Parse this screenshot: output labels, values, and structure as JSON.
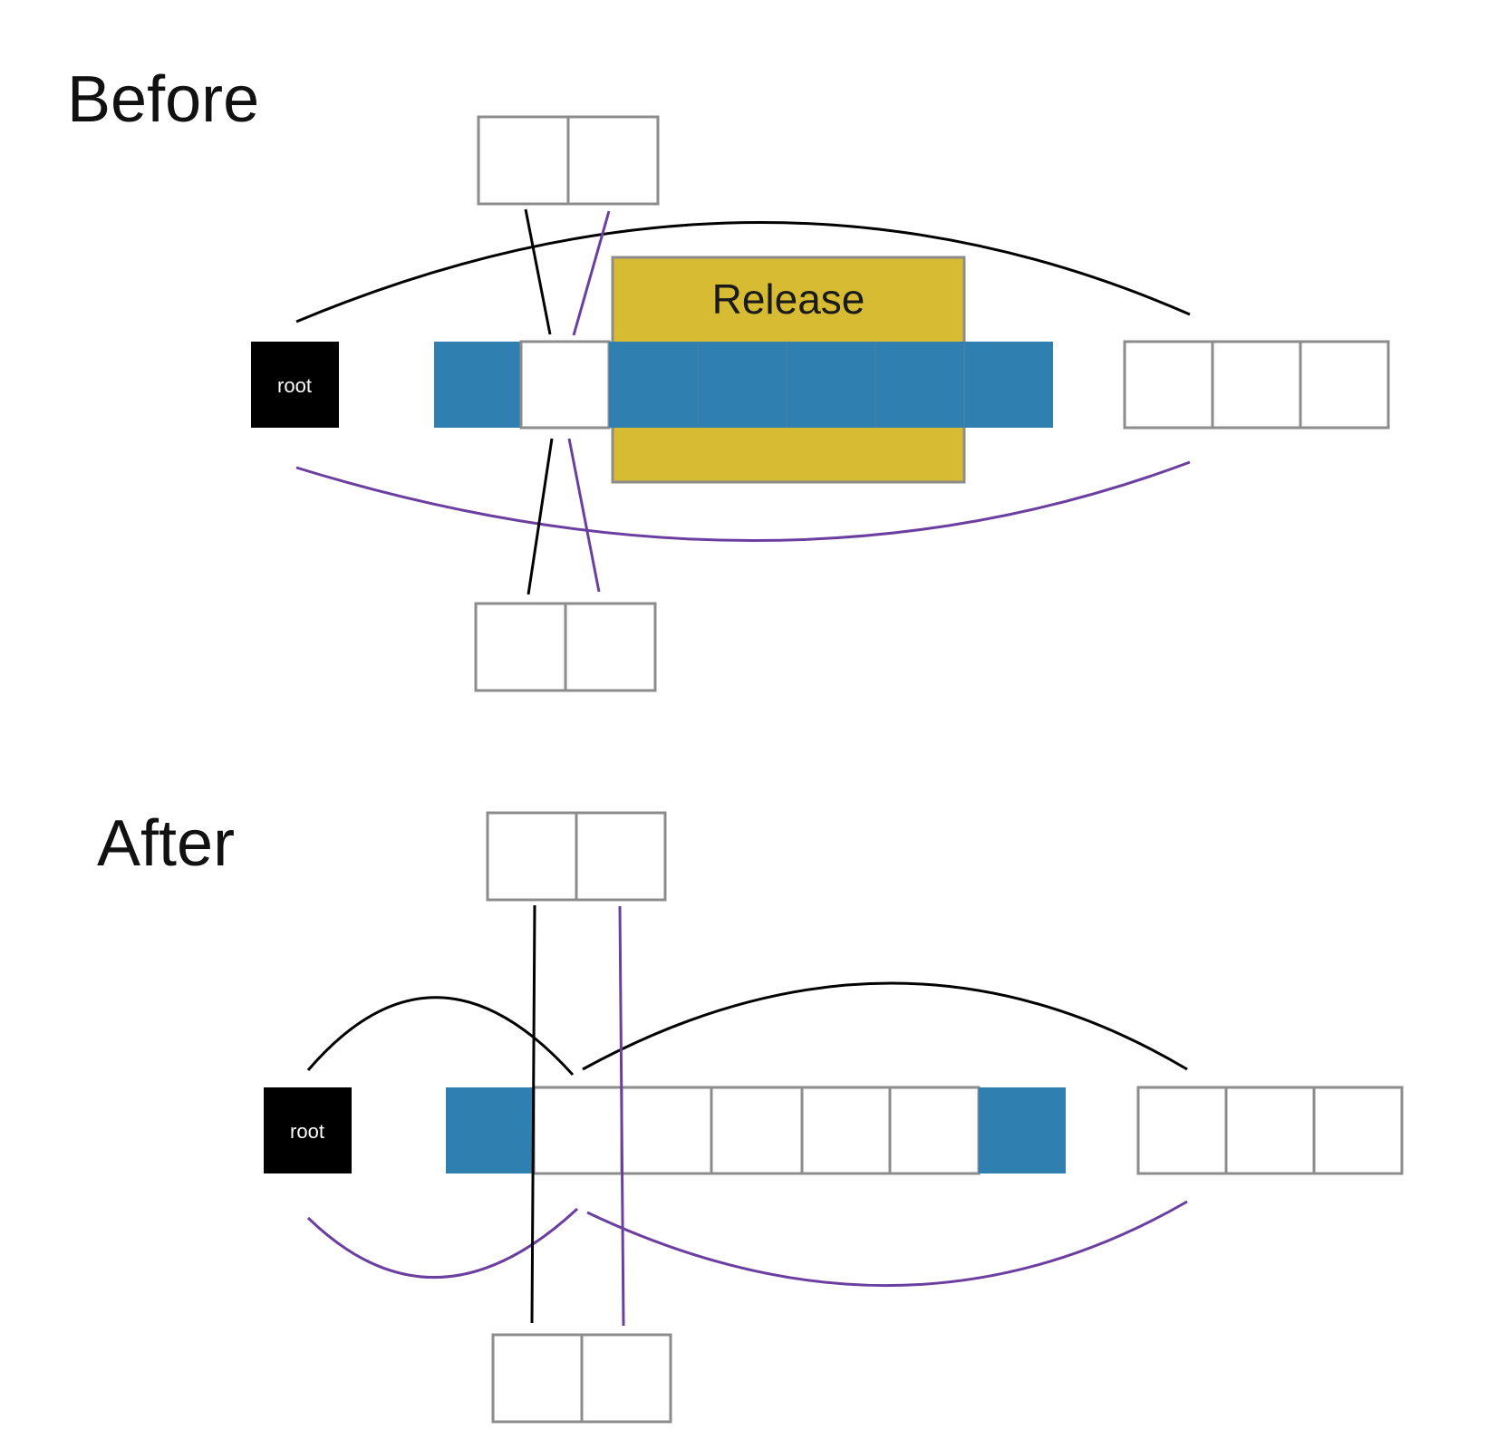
{
  "colors": {
    "used_cell": "#2f7fb0",
    "release_box": "#d6bb33",
    "release_border": "#8c8c8c",
    "root_cell": "#000000",
    "next_link": "#000000",
    "prev_link": "#6b3fa0",
    "cell_border": "#8c8c8c"
  },
  "before": {
    "heading": "Before",
    "root_label": "root",
    "release_label": "Release"
  },
  "after": {
    "heading": "After",
    "root_label": "root"
  }
}
